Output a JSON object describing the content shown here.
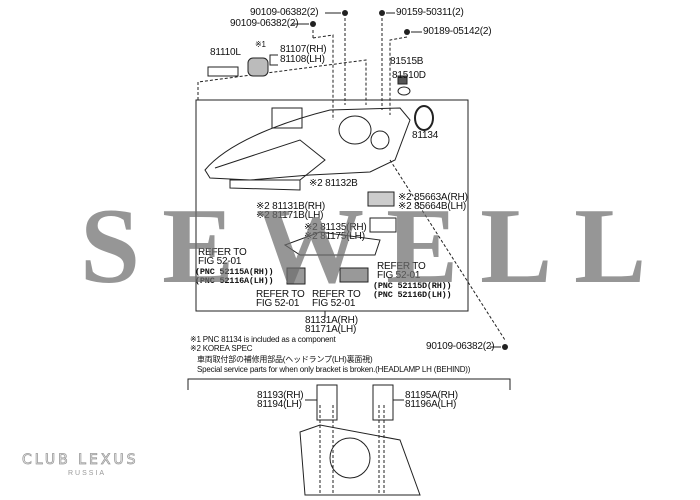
{
  "bolts": {
    "b1": "90109-06382(2)",
    "b2": "90109-06382(2)",
    "b3": "90159-50311(2)",
    "b4": "90189-05142(2)",
    "b5": "90109-06382(2)"
  },
  "parts": {
    "p81110": "81110L",
    "mark1": "※1",
    "p81107": "81107(RH)",
    "p81108": "81108(LH)",
    "p81515": "81515B",
    "p81510": "81510D",
    "p81134": "81134",
    "p81132": "※2 81132B",
    "p85663": "※2 85663A(RH)",
    "p85664": "※2 85664B(LH)",
    "p81131b": "※2 81131B(RH)",
    "p81171b": "※2 81171B(LH)",
    "p81135": "※2 81135(RH)",
    "p81175": "※2 81175(LH)",
    "p81131a": "81131A(RH)",
    "p81171a": "81171A(LH)",
    "p81193": "81193(RH)",
    "p81194": "81194(LH)",
    "p81195": "81195A(RH)",
    "p81196": "81196A(LH)"
  },
  "refs": {
    "refer": "REFER TO",
    "fig": "FIG 52-01",
    "pnc52115a": "(PNC 52115A(RH))",
    "pnc52116a": "(PNC 52116A(LH))",
    "pnc52115d": "(PNC 52115D(RH))",
    "pnc52116d": "(PNC 52116D(LH))"
  },
  "notes": {
    "n1": "※1  PNC 81134 is included as a component",
    "n2": "※2  KOREA SPEC",
    "jp": "車両取付部の補修用部品(ヘッドランプ(LH)裏面視)",
    "en": "Special service parts for when only bracket is broken.(HEADLAMP LH (BEHIND))"
  },
  "watermark": "SEWELL",
  "logo": {
    "main": "CLUB LEXUS",
    "sub": "RUSSIA"
  }
}
